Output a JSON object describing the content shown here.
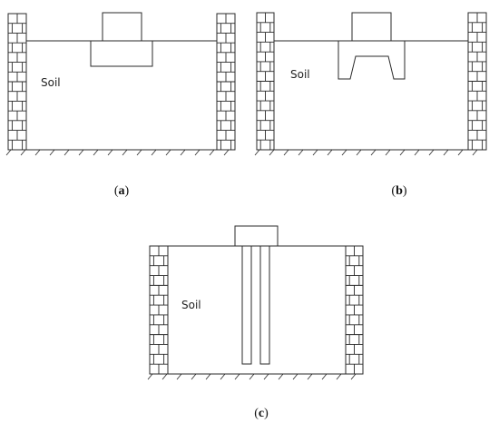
{
  "panels": [
    {
      "id": "a",
      "soil_label": "Soil",
      "caption_open": "(",
      "caption_letter": "a",
      "caption_close": ")",
      "foundation": "shallow block"
    },
    {
      "id": "b",
      "soil_label": "Soil",
      "caption_open": "(",
      "caption_letter": "b",
      "caption_close": ")",
      "foundation": "skirted footing"
    },
    {
      "id": "c",
      "soil_label": "Soil",
      "caption_open": "(",
      "caption_letter": "c",
      "caption_close": ")",
      "foundation": "pile group"
    }
  ],
  "colors": {
    "line": "#2a2a2a",
    "speckle": "#555555",
    "background": "#ffffff"
  }
}
